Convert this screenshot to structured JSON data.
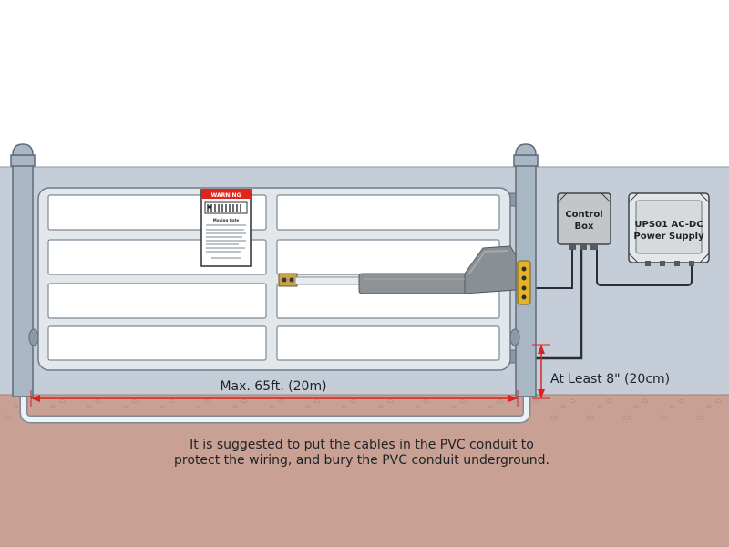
{
  "warning_sign": {
    "header": "WARNING",
    "subheader": "Moving Gate"
  },
  "labels": {
    "control_box_line1": "Control",
    "control_box_line2": "Box",
    "power_supply_line1": "UPS01 AC-DC",
    "power_supply_line2": "Power Supply",
    "max_distance": "Max. 65ft. (20m)",
    "min_depth": "At Least 8\" (20cm)",
    "note_line1": "It is suggested to put the cables in the PVC conduit to",
    "note_line2": "protect the wiring, and bury the PVC conduit underground."
  },
  "colors": {
    "wall": "#c5ced8",
    "ground": "#c8a194",
    "gate_frame": "#e2e7ec",
    "post": "#a9b6c3",
    "dimension_red": "#e02020",
    "sign_red": "#e1251b",
    "hinge_yellow": "#e6b325"
  },
  "icons": {
    "warning_pictogram": "gate-crush-warning-icon"
  }
}
